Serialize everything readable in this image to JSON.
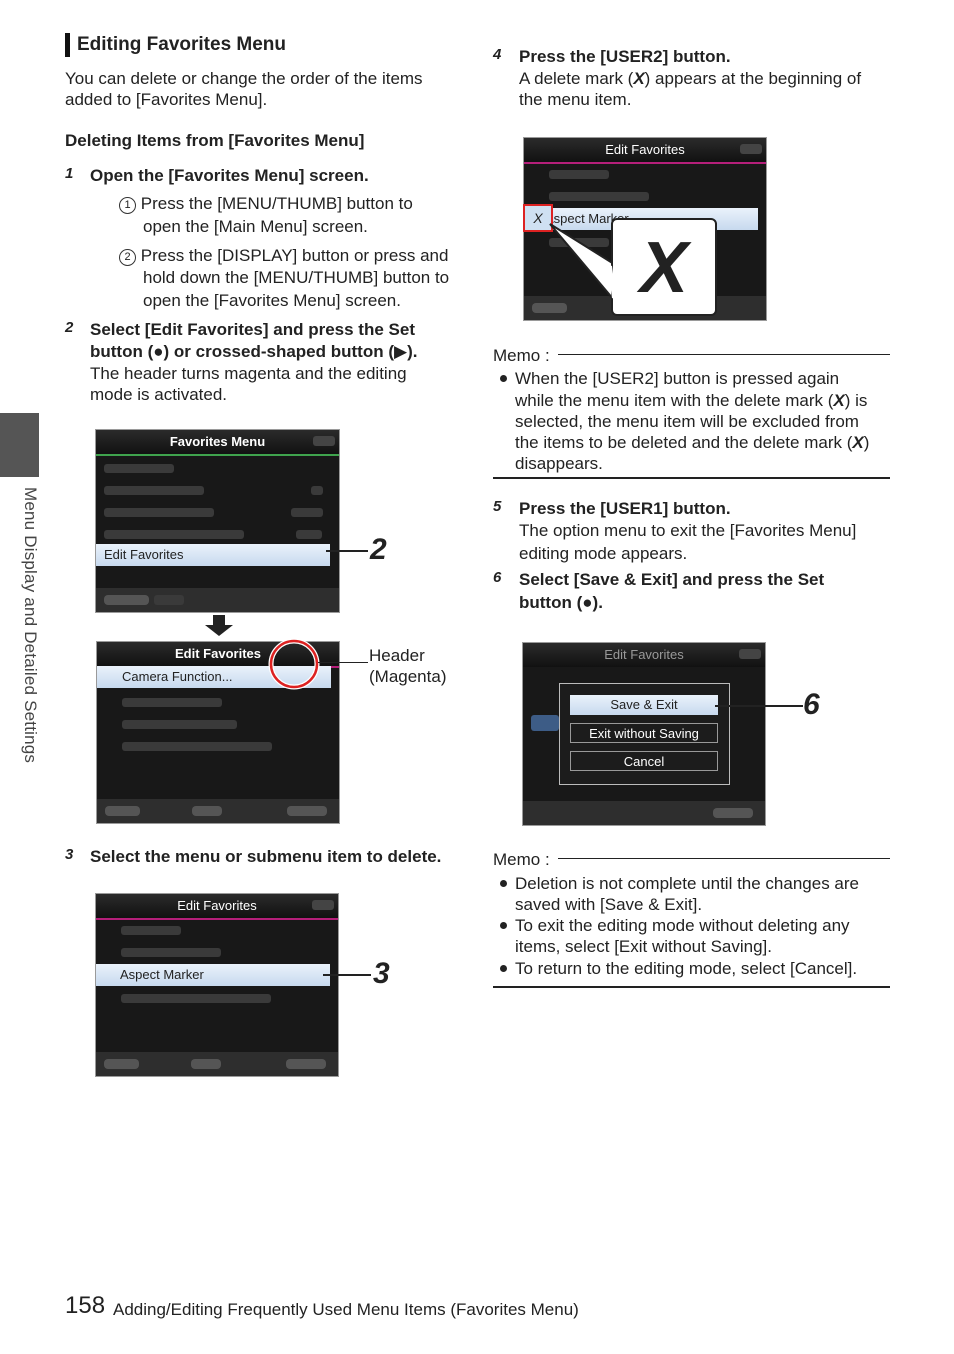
{
  "sidebar": {
    "label": "Menu Display and Detailed Settings"
  },
  "section": {
    "title": "Editing Favorites Menu",
    "intro": [
      "You can delete or change the order of the items",
      "added to [Favorites Menu]."
    ],
    "subheading": "Deleting Items from [Favorites Menu]"
  },
  "steps": {
    "s1": {
      "num": "1",
      "title": "Open the [Favorites Menu] screen.",
      "sub1": [
        "Press the [MENU/THUMB] button to",
        "open the [Main Menu] screen."
      ],
      "sub2": [
        "Press the [DISPLAY] button or press and",
        "hold down the [MENU/THUMB] button to",
        "open the [Favorites Menu] screen."
      ],
      "sub1_marker": "1",
      "sub2_marker": "2"
    },
    "s2": {
      "num": "2",
      "title_a": "Select [Edit Favorites] and press the Set",
      "title_b1": "button (",
      "title_b2": ") or crossed-shaped button (",
      "title_b3": ").",
      "body": [
        "The header turns magenta and the editing",
        "mode is activated."
      ]
    },
    "s3": {
      "num": "3",
      "title": "Select the menu or submenu item to delete."
    },
    "s4": {
      "num": "4",
      "title": "Press the [USER2] button.",
      "body_a1": "A delete mark (",
      "body_a2": ") appears at the beginning of",
      "body_b": "the menu item."
    },
    "s5": {
      "num": "5",
      "title": "Press the [USER1] button.",
      "body": [
        "The option menu to exit the [Favorites Menu]",
        "editing mode appears."
      ]
    },
    "s6": {
      "num": "6",
      "title_a": "Select [Save & Exit] and press the Set",
      "title_b1": "button (",
      "title_b2": ")."
    }
  },
  "screens": {
    "fav_menu": {
      "header": "Favorites Menu",
      "selected": "Edit Favorites",
      "callout": "2"
    },
    "edit_fav1": {
      "header": "Edit Favorites",
      "selected": "Camera Function...",
      "annotation": [
        "Header",
        "(Magenta)"
      ]
    },
    "edit_fav2": {
      "header": "Edit Favorites",
      "selected": "Aspect Marker",
      "callout": "3"
    },
    "edit_fav3": {
      "header": "Edit Favorites",
      "selected": "\\spect Marker",
      "mark": "X"
    },
    "edit_fav4": {
      "header": "Edit Favorites",
      "options": [
        "Save & Exit",
        "Exit without Saving",
        "Cancel"
      ],
      "callout": "6"
    }
  },
  "memo1": {
    "label": "Memo :",
    "lines": [
      "When the [USER2] button is pressed again",
      "while the menu item with the delete mark (",
      ") is",
      "selected, the menu item will be excluded from",
      "the items to be deleted and the delete mark (",
      ")",
      "disappears."
    ]
  },
  "memo2": {
    "label": "Memo :",
    "b1": [
      "Deletion is not complete until the changes are",
      "saved with [Save & Exit]."
    ],
    "b2": [
      "To exit the editing mode without deleting any",
      "items, select [Exit without Saving]."
    ],
    "b3": [
      "To return to the editing mode, select [Cancel]."
    ]
  },
  "footer": {
    "page": "158",
    "title": "Adding/Editing Frequently Used Menu Items (Favorites Menu)"
  },
  "colors": {
    "magenta": "#b51f7a",
    "green": "#3fa34d",
    "highlight": "#c7d9ee",
    "red": "#d22"
  }
}
